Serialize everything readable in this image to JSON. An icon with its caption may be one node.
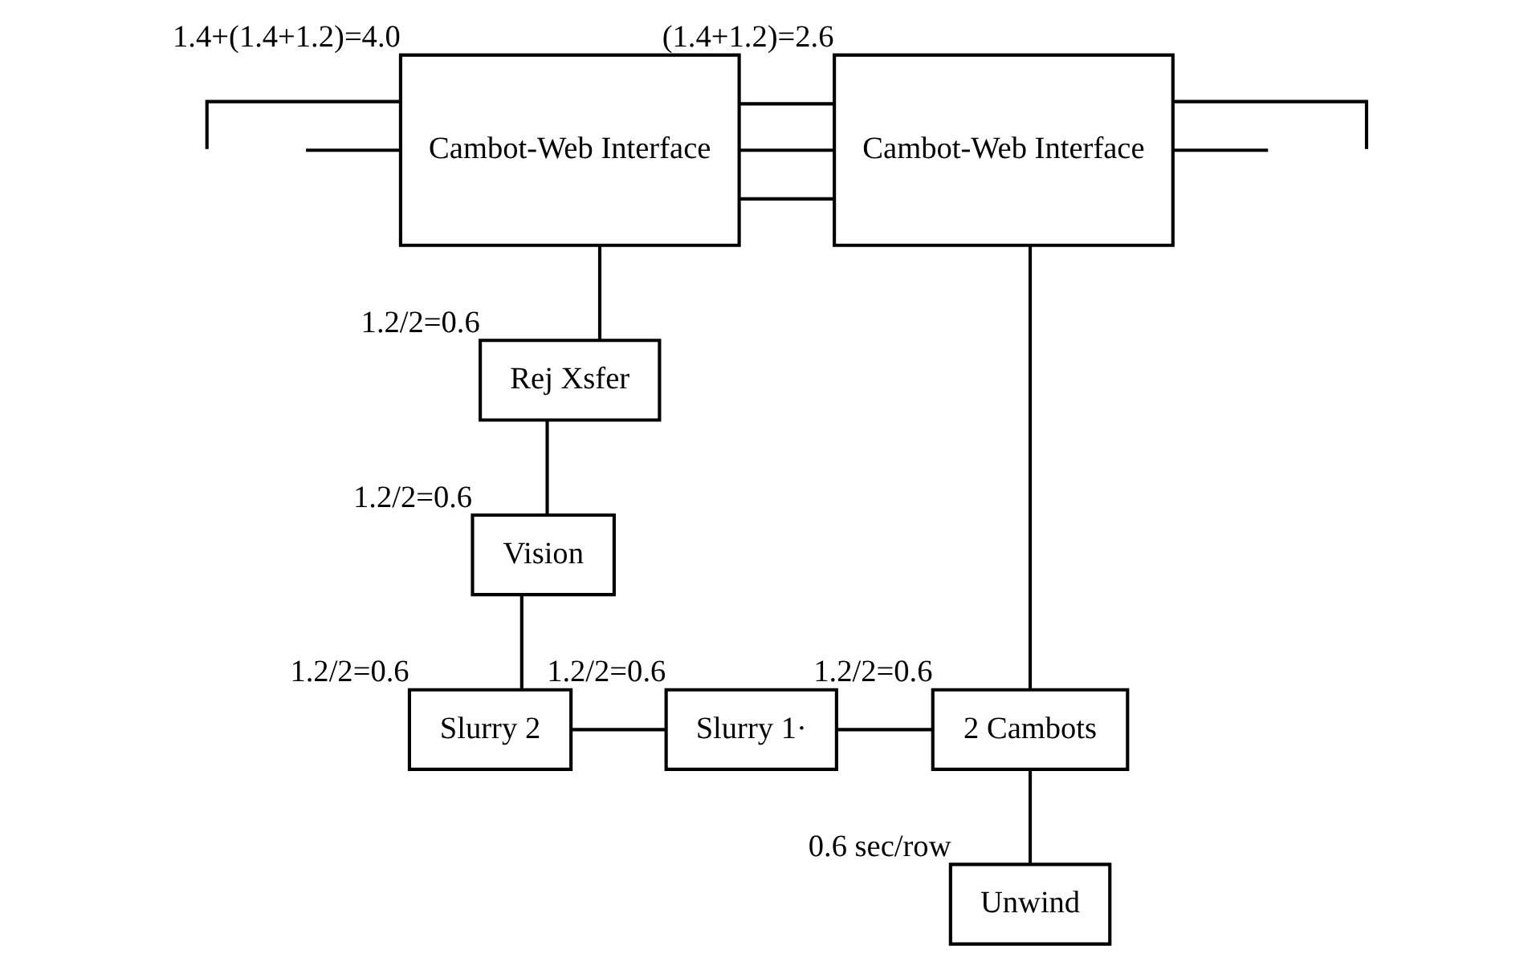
{
  "diagram": {
    "nodes": [
      {
        "text": [
          "Cambot-Web Interface"
        ],
        "beside": [
          "1.4+(1.4+1.2)=4.0"
        ]
      },
      {
        "text": [
          "Cambot-Web Interface"
        ],
        "beside": [
          "(1.4+1.2)=2.6"
        ]
      },
      {
        "text": [
          "Rej Xsfer"
        ],
        "beside": [
          "1.2/2=0.6"
        ]
      },
      {
        "text": [
          "Vision"
        ],
        "beside": [
          "1.2/2=0.6"
        ]
      },
      {
        "text": [
          "Slurry 2"
        ],
        "beside": [
          "1.2/2=0.6"
        ]
      },
      {
        "text": [
          "Slurry 1·"
        ],
        "beside": [
          "1.2/2=0.6"
        ]
      },
      {
        "text": [
          "2 Cambots"
        ],
        "beside": [
          "1.2/2=0.6"
        ]
      },
      {
        "text": [
          "Unwind"
        ],
        "beside": [
          "0.6 sec/row"
        ]
      }
    ],
    "edges": [
      {
        "from": null,
        "to": 0,
        "arrow": "none"
      },
      {
        "from": null,
        "to": 0,
        "arrow": "none"
      },
      {
        "from": 0,
        "to": 1,
        "arrow": "none"
      },
      {
        "from": 0,
        "to": 1,
        "arrow": "none"
      },
      {
        "from": 0,
        "to": 1,
        "arrow": "none"
      },
      {
        "from": 1,
        "to": null,
        "arrow": "none"
      },
      {
        "from": 1,
        "to": null,
        "arrow": "none"
      },
      {
        "from": 2,
        "to": 0,
        "arrow": "none"
      },
      {
        "from": 1,
        "to": 6,
        "arrow": "none"
      },
      {
        "from": 2,
        "to": 3,
        "arrow": "none"
      },
      {
        "from": 3,
        "to": 4,
        "arrow": "none"
      },
      {
        "from": 4,
        "to": 5,
        "arrow": "none"
      },
      {
        "from": 5,
        "to": 6,
        "arrow": "none"
      },
      {
        "from": 6,
        "to": 7,
        "arrow": "none"
      }
    ]
  }
}
